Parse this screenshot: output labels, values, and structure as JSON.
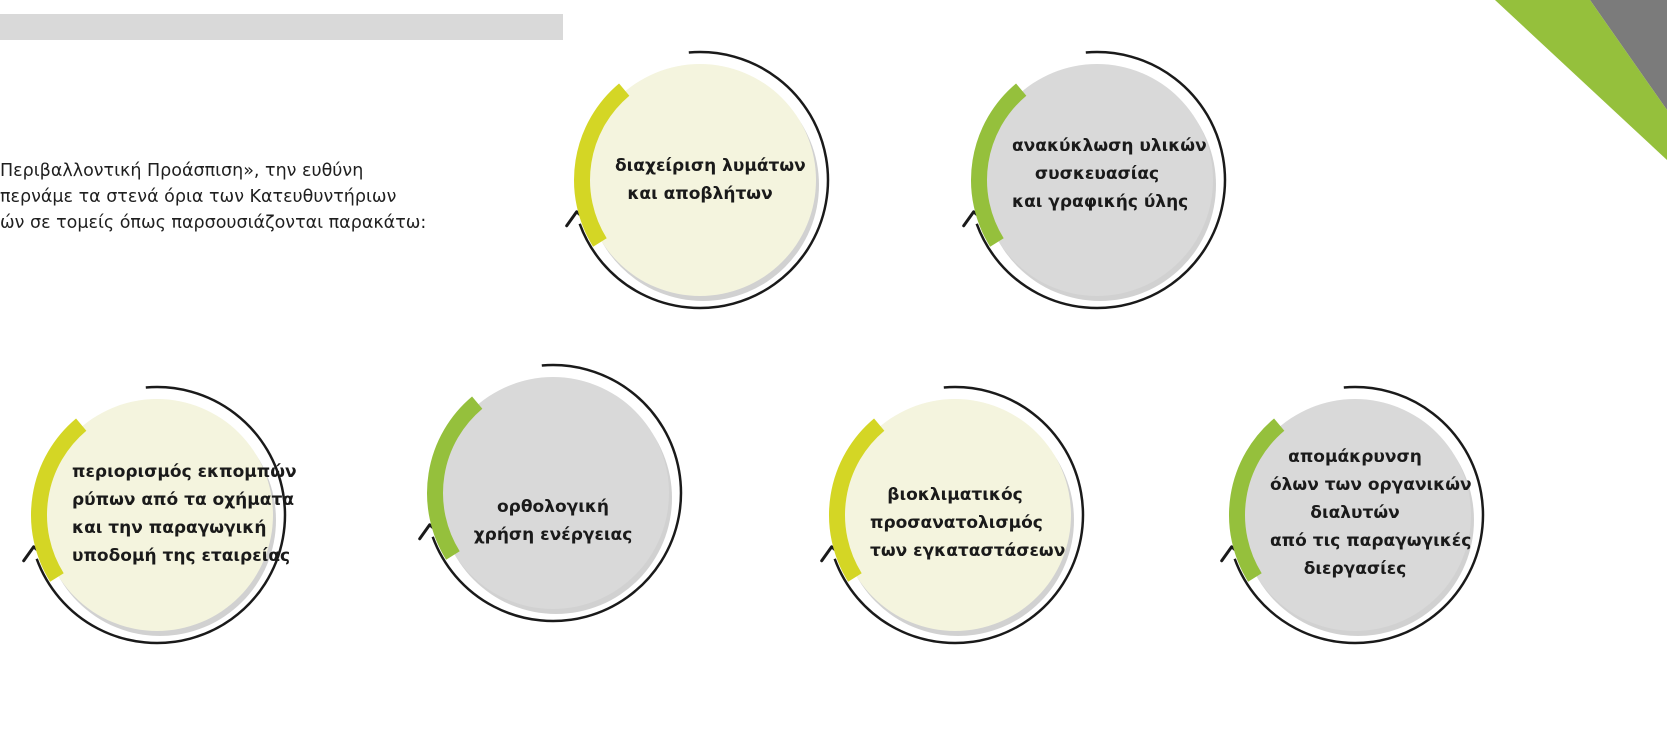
{
  "intro": {
    "lines": [
      "Περιβαλλοντική Προάσπιση», την ευθύνη",
      "περνάμε τα στενά όρια των Κατευθυντήριων",
      "ών σε τομείς όπως παρσουσιάζονται παρακάτω:"
    ]
  },
  "colors": {
    "lime": "#d4d625",
    "green": "#95c03c",
    "cream_fill": "#f4f4de",
    "grey_fill": "#d9d9d9",
    "outline": "#1a1a1a"
  },
  "cycles": [
    {
      "id": "waste",
      "lines": [
        "διαχείριση λυμάτων",
        "και αποβλήτων"
      ],
      "fill": "cream",
      "arc": "lime"
    },
    {
      "id": "recycling",
      "lines": [
        "ανακύκλωση υλικών",
        "συσκευασίας",
        "και γραφικής ύλης"
      ],
      "fill": "grey",
      "arc": "green"
    },
    {
      "id": "emissions",
      "lines": [
        "περιορισμός εκπομπών",
        "ρύπων από τα οχήματα",
        "και την παραγωγική",
        "υποδομή της εταιρείας"
      ],
      "fill": "cream",
      "arc": "lime"
    },
    {
      "id": "energy",
      "lines": [
        "ορθολογική",
        "χρήση ενέργειας"
      ],
      "fill": "grey",
      "arc": "green"
    },
    {
      "id": "bioclimatic",
      "lines": [
        "βιοκλιματικός",
        "προσανατολισμός",
        "των εγκαταστάσεων"
      ],
      "fill": "cream",
      "arc": "lime"
    },
    {
      "id": "solvents",
      "lines": [
        "απομάκρυνση",
        "όλων των οργανικών",
        "διαλυτών",
        "από τις παραγωγικές",
        "διεργασίες"
      ],
      "fill": "grey",
      "arc": "green"
    }
  ]
}
